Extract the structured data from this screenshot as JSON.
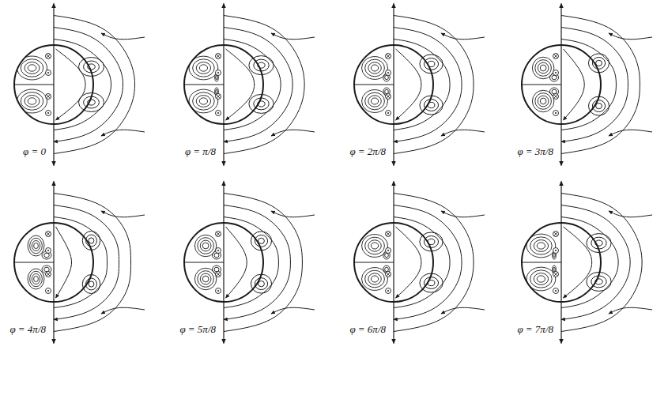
{
  "diagram": {
    "labels": [
      "φ = 0",
      "φ = π/8",
      "φ = 2π/8",
      "φ = 3π/8",
      "φ = 4π/8",
      "φ = 5π/8",
      "φ = 6π/8",
      "φ = 7π/8"
    ]
  }
}
